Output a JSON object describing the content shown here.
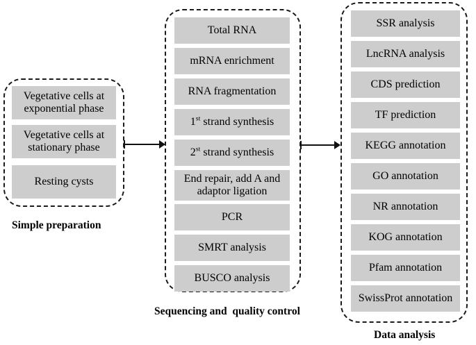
{
  "figure": {
    "type": "flowchart",
    "orientation": "left-to-right",
    "node_fill_color": "#cdcdcd",
    "border_style": "dashed-rounded",
    "text_color": "#000000"
  },
  "groups": [
    {
      "id": "simple-preparation",
      "caption": "Simple preparation",
      "nodes": [
        {
          "id": "veg-exponential",
          "label": "Vegetative cells at\nexponential phase"
        },
        {
          "id": "veg-stationary",
          "label": "Vegetative cells at\nstationary phase"
        },
        {
          "id": "resting-cysts",
          "label": "Resting cysts"
        }
      ]
    },
    {
      "id": "sequencing-quality-control",
      "caption": "Sequencing and  quality control",
      "nodes": [
        {
          "id": "total-rna",
          "label": "Total RNA"
        },
        {
          "id": "mrna-enrichment",
          "label": "mRNA enrichment"
        },
        {
          "id": "rna-fragmentation",
          "label": "RNA fragmentation"
        },
        {
          "id": "first-strand",
          "label": "1",
          "sup": "st",
          "label_tail": " strand synthesis"
        },
        {
          "id": "second-strand",
          "label": "2",
          "sup": "st",
          "label_tail": " strand synthesis"
        },
        {
          "id": "end-repair",
          "label": "End repair, add A and\nadaptor ligation"
        },
        {
          "id": "pcr",
          "label": "PCR"
        },
        {
          "id": "smrt-analysis",
          "label": "SMRT analysis"
        },
        {
          "id": "busco-analysis",
          "label": "BUSCO analysis"
        }
      ]
    },
    {
      "id": "data-analysis",
      "caption": "Data analysis",
      "nodes": [
        {
          "id": "ssr-analysis",
          "label": "SSR analysis"
        },
        {
          "id": "lncrna-analysis",
          "label": "LncRNA analysis"
        },
        {
          "id": "cds-prediction",
          "label": "CDS prediction"
        },
        {
          "id": "tf-prediction",
          "label": "TF prediction"
        },
        {
          "id": "kegg-annotation",
          "label": "KEGG annotation"
        },
        {
          "id": "go-annotation",
          "label": "GO annotation"
        },
        {
          "id": "nr-annotation",
          "label": "NR annotation"
        },
        {
          "id": "kog-annotation",
          "label": "KOG annotation"
        },
        {
          "id": "pfam-annotation",
          "label": "Pfam annotation"
        },
        {
          "id": "swissprot-annotation",
          "label": "SwissProt annotation"
        }
      ]
    }
  ],
  "connectors": [
    {
      "id": "arrow-prep-to-seq",
      "from": "simple-preparation",
      "to": "sequencing-quality-control"
    },
    {
      "id": "arrow-seq-to-data",
      "from": "sequencing-quality-control",
      "to": "data-analysis"
    }
  ]
}
